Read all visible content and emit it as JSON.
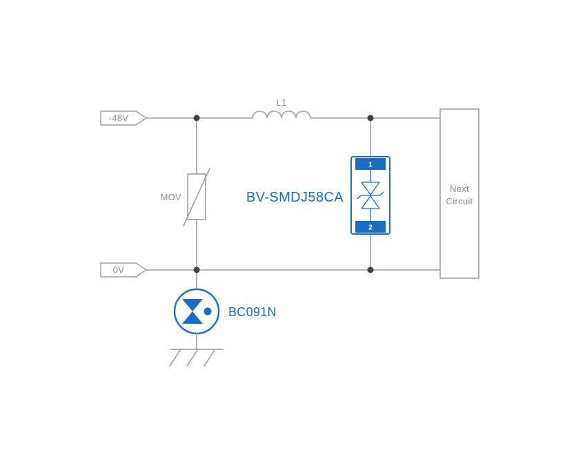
{
  "colors": {
    "bg": "#ffffff",
    "wire": "#9b9fa4",
    "text": "#84888d",
    "blue": "#1a6dc3",
    "dot": "#3c4147"
  },
  "terminals": {
    "top": {
      "label": "-48V"
    },
    "bottom": {
      "label": "0V"
    }
  },
  "components": {
    "inductor": {
      "label": "L1"
    },
    "varistor": {
      "label": "MOV"
    },
    "tvs": {
      "label": "BV-SMDJ58CA",
      "pin_top": "1",
      "pin_bottom": "2"
    },
    "gdt": {
      "label": "BC091N"
    },
    "next_circuit": {
      "line1": "Next",
      "line2": "Circuit"
    }
  }
}
